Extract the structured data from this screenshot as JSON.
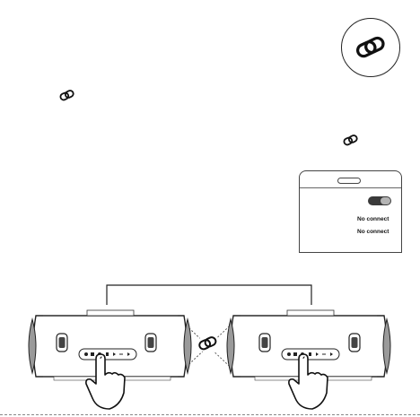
{
  "icons": {
    "main_link": "link-icon",
    "inline_link_1": "link-icon",
    "inline_link_2": "link-icon",
    "between_speakers_link": "link-icon"
  },
  "phone": {
    "toggle": "on",
    "status_lines": [
      "No connect",
      "No connect"
    ]
  },
  "speakers": [
    {
      "name": "speaker-left",
      "finger": "pressing-button"
    },
    {
      "name": "speaker-right",
      "finger": "pressing-button"
    }
  ]
}
